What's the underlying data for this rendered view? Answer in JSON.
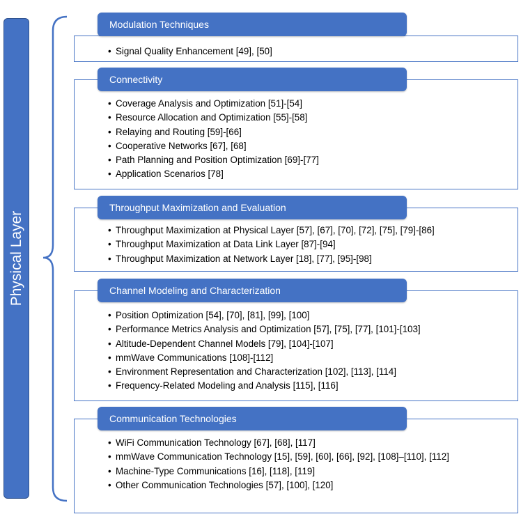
{
  "side_label": "Physical Layer",
  "sections": [
    {
      "title": "Modulation Techniques",
      "items": [
        "Signal Quality Enhancement [49], [50]"
      ]
    },
    {
      "title": "Connectivity",
      "items": [
        "Coverage Analysis and Optimization [51]-[54]",
        "Resource Allocation and Optimization [55]-[58]",
        "Relaying and Routing [59]-[66]",
        "Cooperative Networks [67], [68]",
        "Path Planning and Position Optimization [69]-[77]",
        "Application Scenarios [78]"
      ]
    },
    {
      "title": "Throughput Maximization and Evaluation",
      "items": [
        "Throughput Maximization at Physical Layer [57], [67], [70], [72], [75], [79]-[86]",
        "Throughput Maximization at Data Link Layer [87]-[94]",
        "Throughput Maximization at Network Layer [18], [77], [95]-[98]"
      ]
    },
    {
      "title": "Channel Modeling and Characterization",
      "items": [
        "Position Optimization [54], [70], [81], [99], [100]",
        "Performance Metrics Analysis and Optimization [57], [75], [77], [101]-[103]",
        "Altitude-Dependent Channel Models [79], [104]-[107]",
        "mmWave Communications [108]-[112]",
        "Environment Representation and Characterization [102], [113], [114]",
        "Frequency-Related Modeling and Analysis [115], [116]"
      ]
    },
    {
      "title": "Communication Technologies",
      "items": [
        "WiFi Communication Technology [67], [68], [117]",
        "mmWave Communication Technology [15], [59], [60], [66], [92], [108]–[110], [112]",
        "Machine-Type Communications [16], [118], [119]",
        "Other Communication Technologies [57], [100], [120]"
      ]
    }
  ]
}
